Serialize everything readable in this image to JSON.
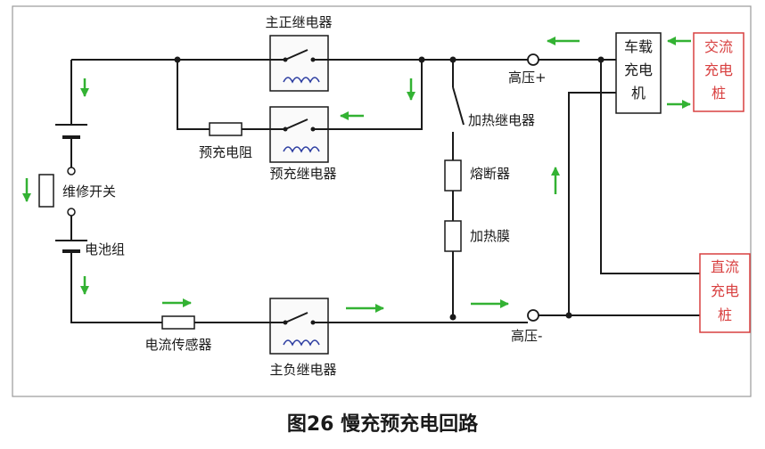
{
  "caption": "图26 慢充预充电回路",
  "labels": {
    "main_pos_relay": "主正继电器",
    "precharge_resistor": "预充电阻",
    "precharge_relay": "预充继电器",
    "heater_relay": "加热继电器",
    "fuse": "熔断器",
    "heater_film": "加热膜",
    "maintenance_switch": "维修开关",
    "battery_pack": "电池组",
    "current_sensor": "电流传感器",
    "main_neg_relay": "主负继电器",
    "hv_pos": "高压+",
    "hv_neg": "高压-"
  },
  "onboard_charger": {
    "line1": "车载",
    "line2": "充电",
    "line3": "机"
  },
  "ac_pile": {
    "line1": "交流",
    "line2": "充电",
    "line3": "桩"
  },
  "dc_pile": {
    "line1": "直流",
    "line2": "充电",
    "line3": "桩"
  },
  "colors": {
    "wire": "#1a1a1a",
    "arrow": "#33b233",
    "pile": "#d84040",
    "frame": "#9a9a9a",
    "caption": "#1a1a1a",
    "coil": "#2a3ba0"
  }
}
